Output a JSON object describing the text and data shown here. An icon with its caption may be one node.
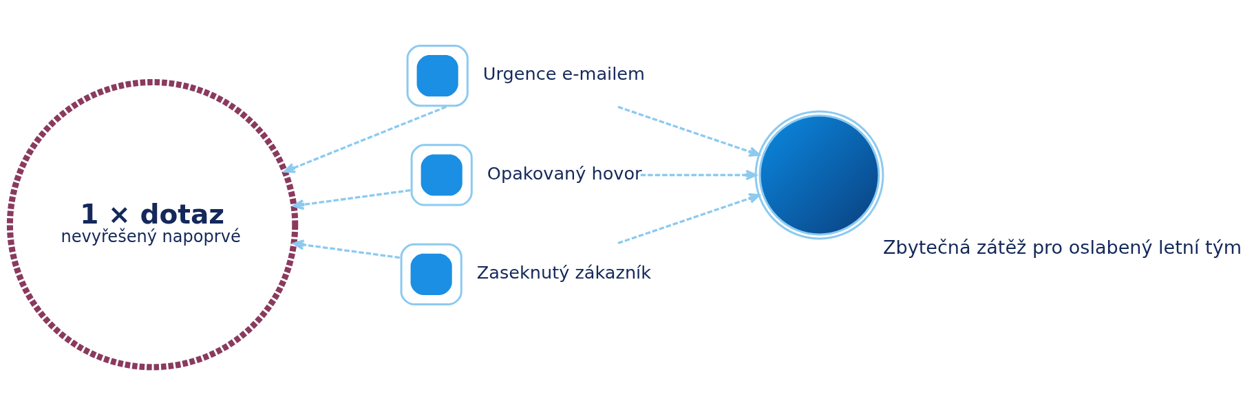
{
  "diagram": {
    "nodes": [
      {
        "text": [
          "1 × dotaz",
          "nevyřešený napoprvé"
        ]
      },
      {
        "text": [
          "Urgence e-mailem"
        ]
      },
      {
        "text": [
          "Opakovaný hovor"
        ]
      },
      {
        "text": [
          "Zaseknutý zákazník"
        ]
      },
      {
        "text": [
          "Zbytečná zátěž pro oslabený letní tým"
        ]
      }
    ],
    "edges": [
      {
        "from": 1,
        "to": 0,
        "arrow": "to",
        "style": "dashed"
      },
      {
        "from": 2,
        "to": 0,
        "arrow": "to",
        "style": "dashed"
      },
      {
        "from": 3,
        "to": 0,
        "arrow": "to",
        "style": "dashed"
      },
      {
        "from": 1,
        "to": 4,
        "arrow": "to",
        "style": "dashed"
      },
      {
        "from": 2,
        "to": 4,
        "arrow": "to",
        "style": "dashed"
      },
      {
        "from": 3,
        "to": 4,
        "arrow": "to",
        "style": "dashed"
      }
    ]
  }
}
